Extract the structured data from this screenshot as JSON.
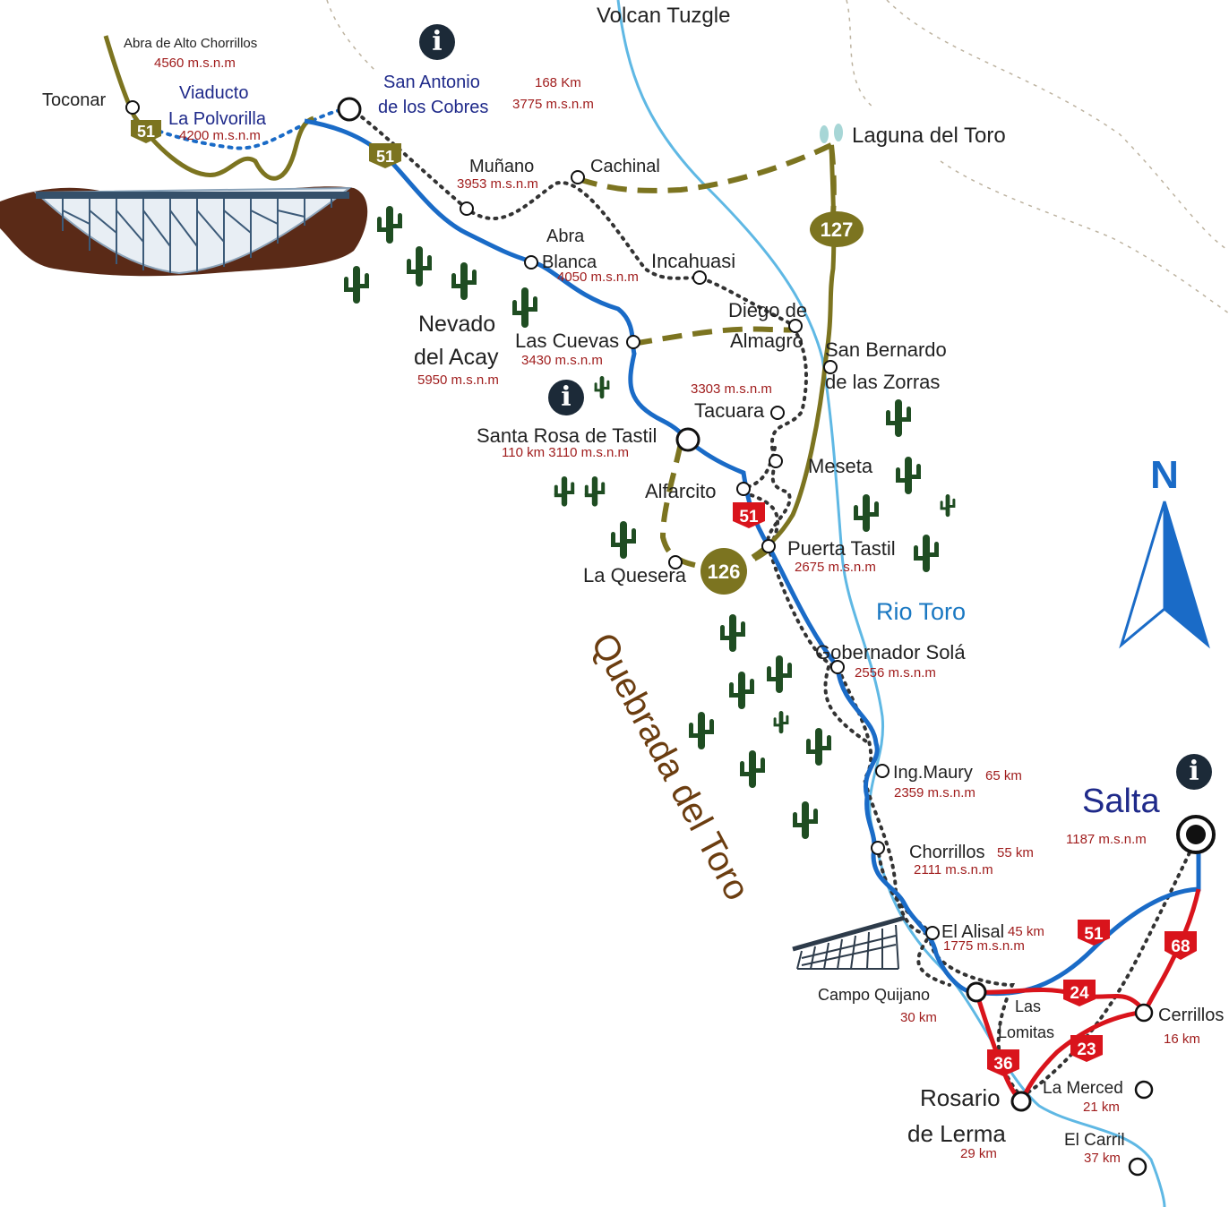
{
  "title": "Salta",
  "town_marker": "circle-outline",
  "colors": {
    "route_51": "#1a6bc7",
    "provincial_dirt": "#7c7420",
    "paved_red": "#d9141c",
    "river": "#5fb8e4",
    "railway": "#333333",
    "altitude_text": "#a01d1d",
    "cactus": "#1f4d22"
  },
  "icons": [
    "info-icon",
    "north-arrow-icon",
    "cactus-icon",
    "viaduct-icon",
    "bridge-icon",
    "lagoon-icon"
  ],
  "places": {
    "volcan": "Volcan Tuzgle",
    "abra_chorrillos": "Abra de Alto Chorrillos",
    "abra_chorrillos_alt": "4560 m.s.n.m",
    "toconar": "Toconar",
    "viaducto_1": "Viaducto",
    "viaducto_2": "La Polvorilla",
    "viaducto_alt": "4200 m.s.n.m",
    "san_antonio_1": "San Antonio",
    "san_antonio_2": "de los Cobres",
    "san_antonio_km": "168 Km",
    "san_antonio_alt": "3775 m.s.n.m",
    "laguna": "Laguna del Toro",
    "munano": "Muñano",
    "munano_alt": "3953 m.s.n.m",
    "cachinal": "Cachinal",
    "abra_blanca_1": "Abra",
    "abra_blanca_2": "Blanca",
    "abra_blanca_alt": "4050 m.s.n.m",
    "incahuasi": "Incahuasi",
    "diego_1": "Diego de",
    "diego_2": "Almagro",
    "san_bernardo_1": "San Bernardo",
    "san_bernardo_2": "de las Zorras",
    "nevado_1": "Nevado",
    "nevado_2": "del Acay",
    "nevado_alt": "5950 m.s.n.m",
    "las_cuevas": "Las Cuevas",
    "las_cuevas_alt": "3430 m.s.n.m",
    "tacuara_alt": "3303 m.s.n.m",
    "tacuara": "Tacuara",
    "santa_rosa": "Santa Rosa de Tastil",
    "santa_rosa_info": "110 km  3110 m.s.n.m",
    "meseta": "Meseta",
    "alfarcito": "Alfarcito",
    "puerta_tastil": "Puerta Tastil",
    "puerta_tastil_alt": "2675 m.s.n.m",
    "la_quesera": "La Quesera",
    "rio_toro": "Rio Toro",
    "gob_sola": "Gobernador Solá",
    "gob_sola_alt": "2556 m.s.n.m",
    "quebrada": "Quebrada del Toro",
    "ing_maury": "Ing.Maury",
    "ing_maury_km": "65 km",
    "ing_maury_alt": "2359 m.s.n.m",
    "salta_alt": "1187 m.s.n.m",
    "chorrillos": "Chorrillos",
    "chorrillos_km": "55 km",
    "chorrillos_alt": "2111 m.s.n.m",
    "el_alisal": "El Alisal",
    "el_alisal_km": "45 km",
    "el_alisal_alt": "1775 m.s.n.m",
    "campo_quijano": "Campo Quijano",
    "campo_quijano_km": "30 km",
    "las_lomitas_1": "Las",
    "las_lomitas_2": "Lomitas",
    "cerrillos": "Cerrillos",
    "cerrillos_km": "16 km",
    "la_merced": "La Merced",
    "la_merced_km": "21 km",
    "rosario_1": "Rosario",
    "rosario_2": "de Lerma",
    "rosario_km": "29 km",
    "el_carril": "El Carril",
    "el_carril_km": "37 km"
  },
  "route_shields": {
    "r51_a": "51",
    "r51_b": "51",
    "r51_c": "51",
    "r51_d": "51",
    "r127": "127",
    "r126": "126",
    "r68": "68",
    "r24": "24",
    "r23": "23",
    "r36": "36"
  },
  "compass": {
    "label": "N"
  },
  "info_icon_glyph": "i"
}
